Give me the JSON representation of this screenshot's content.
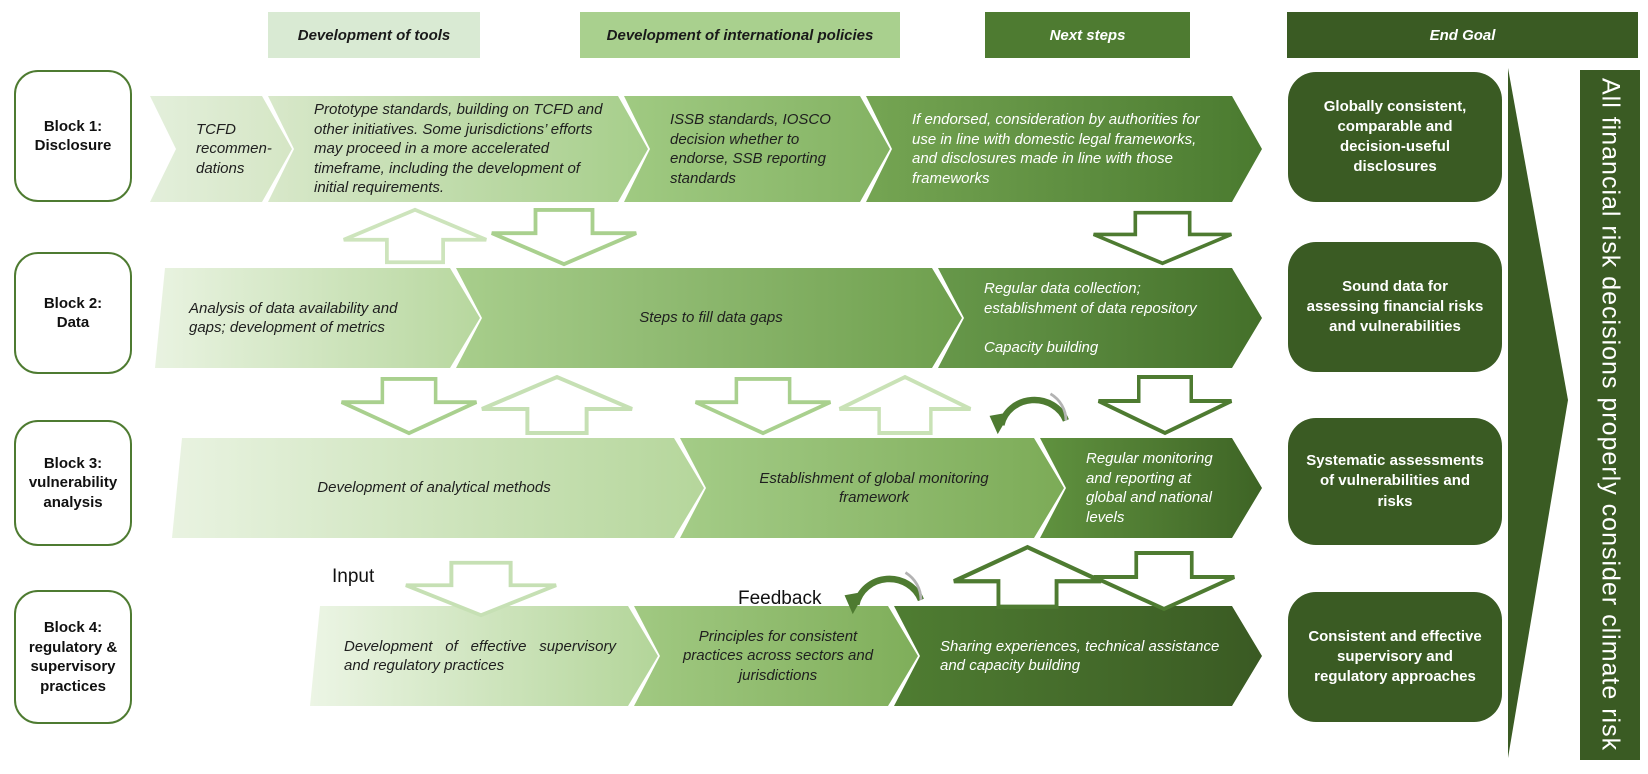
{
  "column_headers": {
    "tools": "Development of tools",
    "policies": "Development of international policies",
    "next_steps": "Next steps",
    "end_goal": "End Goal"
  },
  "rows": [
    {
      "block": "Block 1:\nDisclosure",
      "segments": [
        "TCFD recommen-dations",
        "Prototype standards, building on TCFD and other initiatives. Some jurisdictions’ efforts may proceed in a more accelerated timeframe, including the development of initial requirements.",
        "ISSB standards, IOSCO decision whether to endorse, SSB reporting standards",
        "If endorsed, consideration by authorities for use in line with domestic legal frameworks, and disclosures made in line with those frameworks"
      ],
      "goal": "Globally consistent, comparable and decision-useful disclosures"
    },
    {
      "block": "Block 2:\nData",
      "segments": [
        "Analysis of data availability and gaps; development of metrics",
        "Steps to fill data gaps",
        "Regular data collection; establishment of data repository\n\nCapacity building"
      ],
      "goal": "Sound data for assessing financial risks and vulnerabilities"
    },
    {
      "block": "Block 3:\nvulnerability analysis",
      "segments": [
        "Development of analytical methods",
        "Establishment of  global monitoring framework",
        "Regular monitoring and reporting at global and national levels"
      ],
      "goal": "Systematic assessments of vulnerabilities and risks"
    },
    {
      "block": "Block 4:\nregulatory & supervisory practices",
      "segments": [
        "Development of effective supervisory and regulatory practices",
        "Principles for consistent practices across sectors and jurisdictions",
        "Sharing experiences, technical assistance and capacity building"
      ],
      "goal": "Consistent and effective supervisory and regulatory approaches"
    }
  ],
  "labels": {
    "input": "Input",
    "feedback": "Feedback"
  },
  "end_arrow_text": "All financial risk decisions properly consider climate risk",
  "colors": {
    "green_lightest": "#e2efda",
    "green_light": "#c6e0b4",
    "green_medium": "#a9d08e",
    "green_mid_dark": "#7fae5a",
    "green_dark": "#4e7b31",
    "green_darkest": "#3a5b23",
    "curved_arrow_accent": "#b3b3b3",
    "text_dark": "#1f1f1f",
    "text_light": "#ffffff"
  }
}
